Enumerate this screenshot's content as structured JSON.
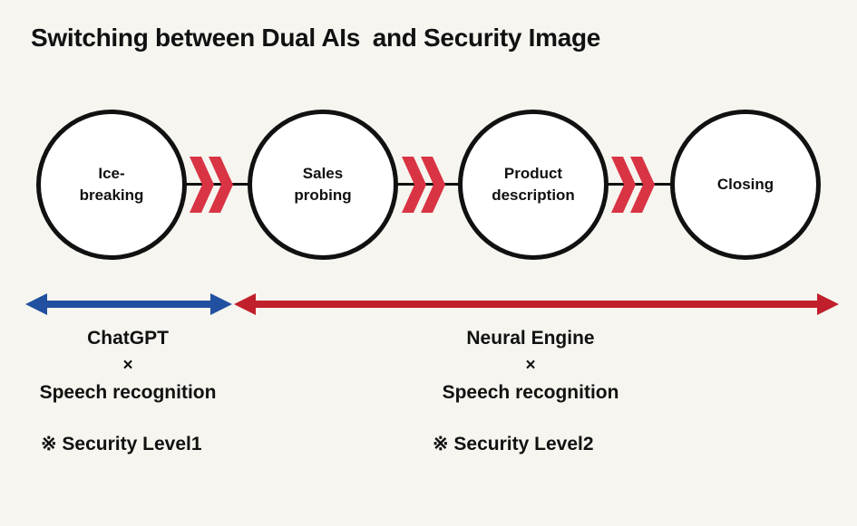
{
  "title": "Switching between Dual AIs and Security Image",
  "colors": {
    "background": "#F6F5EF",
    "circle_outline": "#111111",
    "connector_line": "#111111",
    "chevron_red": "#D93444",
    "arrow_blue": "#2150A0",
    "arrow_red": "#C11F2B",
    "text": "#111111"
  },
  "stages": [
    {
      "line1": "Ice-",
      "line2": "breaking"
    },
    {
      "line1": "Sales",
      "line2": "probing"
    },
    {
      "line1": "Product",
      "line2": "description"
    },
    {
      "line1": "Closing",
      "line2": ""
    }
  ],
  "segments": [
    {
      "tool": "ChatGPT",
      "operator": "×",
      "method": "Speech recognition",
      "note": "※ Security Level1"
    },
    {
      "tool": "Neural Engine",
      "operator": "×",
      "method": "Speech recognition",
      "note": "※ Security Level2"
    }
  ]
}
